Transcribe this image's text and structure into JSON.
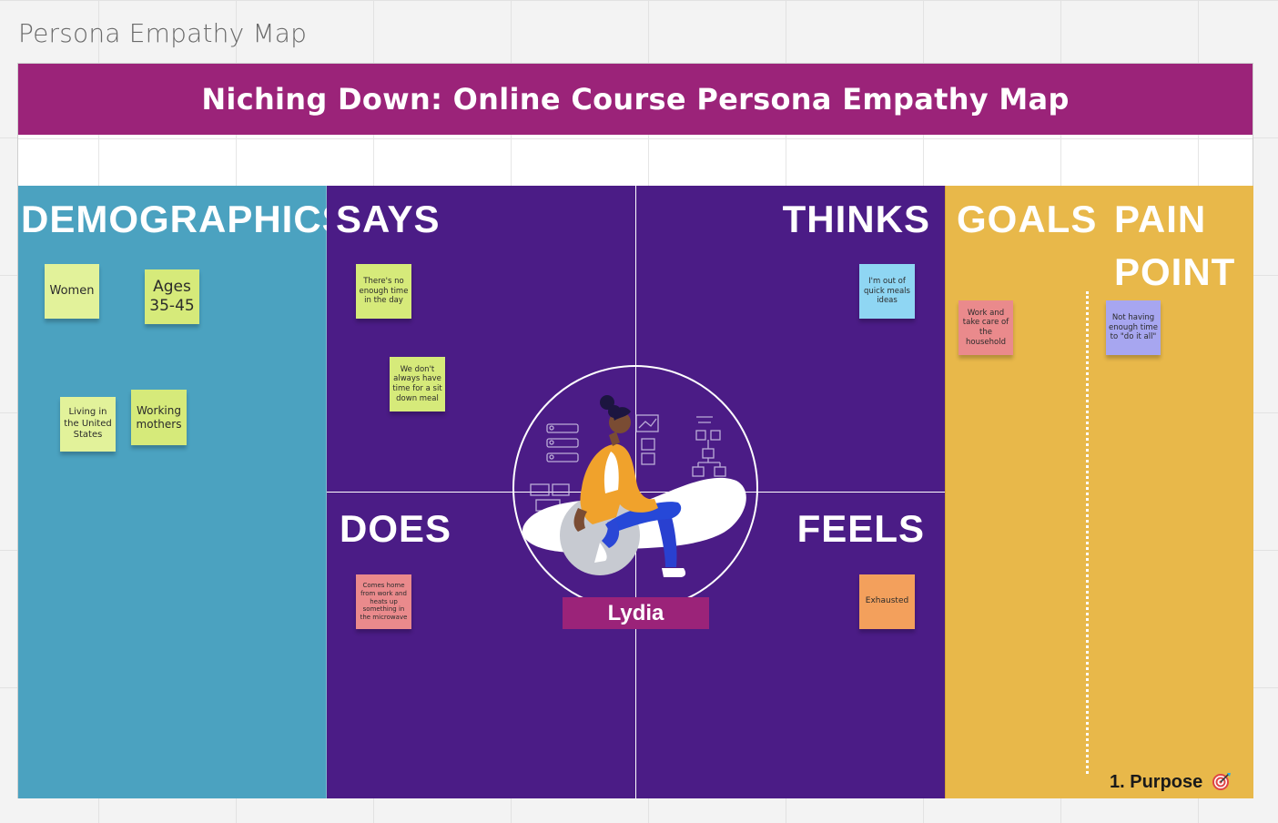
{
  "frame_title": "Persona Empathy Map",
  "banner_title": "Niching Down: Online Course Persona Empathy Map",
  "headings": {
    "demographics": "DEMOGRAPHICS",
    "says": "SAYS",
    "thinks": "THINKS",
    "does": "DOES",
    "feels": "FEELS",
    "goals": "GOALS",
    "pain_line1": "PAIN",
    "pain_line2": "POINT"
  },
  "demographics_notes": [
    "Women",
    "Ages 35-45",
    "Living in the United States",
    "Working mothers"
  ],
  "says_notes": [
    "There's no enough time in the day",
    "We don't always have time for a sit down meal"
  ],
  "thinks_notes": [
    "I'm out of quick meals ideas"
  ],
  "does_notes": [
    "Comes home from work and heats up something in the microwave"
  ],
  "feels_notes": [
    "Exhausted"
  ],
  "goals_notes": [
    "Work and take care of the household"
  ],
  "pain_notes": [
    "Not having enough time to \"do it all\""
  ],
  "persona_name": "Lydia",
  "purpose_label": "1. Purpose",
  "colors": {
    "banner": "#9b2379",
    "demographics_bg": "#4ba2c0",
    "center_bg": "#4b1c86",
    "goals_bg": "#e8b84a"
  },
  "icons": [
    "target-icon",
    "persona-illustration"
  ]
}
